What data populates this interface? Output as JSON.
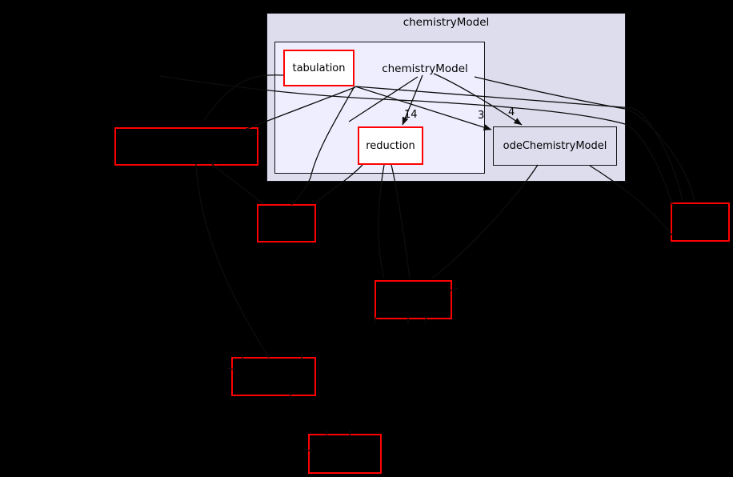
{
  "graph": {
    "outer_cluster": {
      "label": "chemistryModel"
    },
    "inner_cluster": {
      "label": "chemistryModel"
    },
    "nodes": {
      "tabulation": {
        "label": "tabulation",
        "border": "red",
        "fill": "#ffffff"
      },
      "reduction": {
        "label": "reduction",
        "border": "red",
        "fill": "#ffffff"
      },
      "odeChemistryModel": {
        "label": "odeChemistryModel",
        "border": "dark",
        "fill": "#ddddee"
      }
    },
    "edge_labels": {
      "reduction_count": "14",
      "ode_count_a": "3",
      "ode_count_b": "4"
    },
    "unlabeled_red_boxes": 6,
    "colors": {
      "background": "#000000",
      "outer_fill": "#ddddee",
      "inner_fill": "#eeeeff",
      "plain_node_fill": "#ddddee",
      "red_border": "#ff0000",
      "edge": "#0d0d0d",
      "text": "#000000"
    }
  }
}
